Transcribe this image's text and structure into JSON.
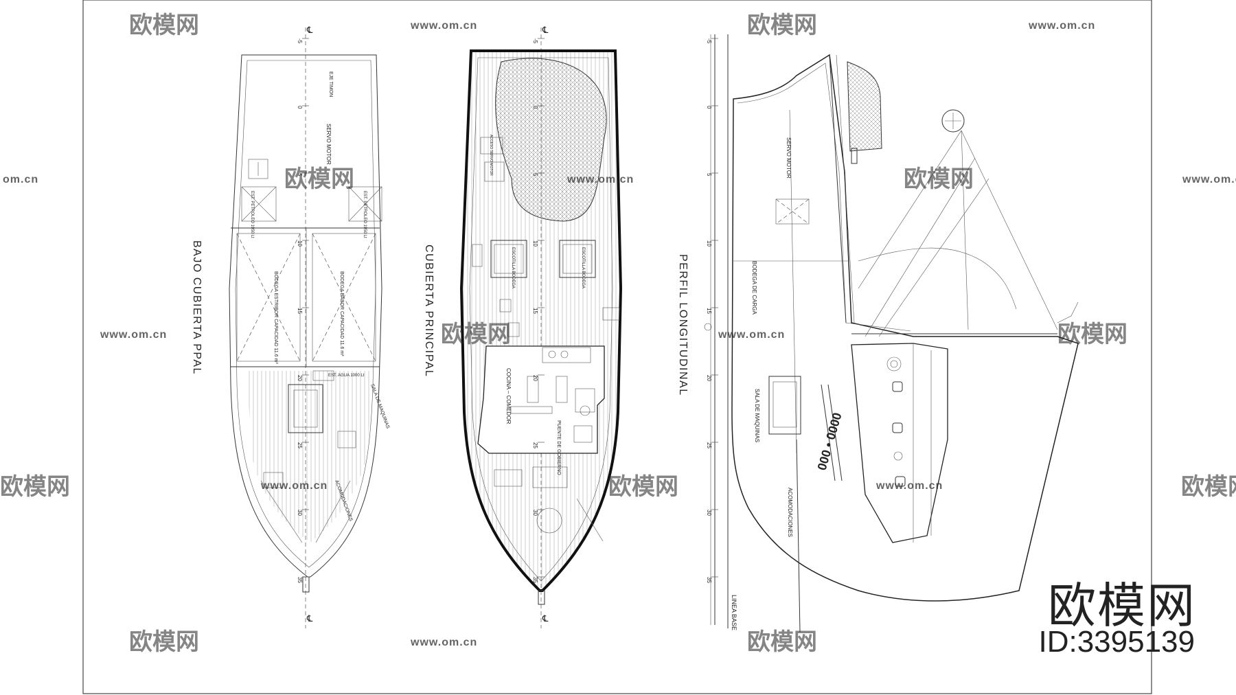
{
  "views": {
    "below_deck": {
      "title": "BAJO CUBIERTA PPAL",
      "labels": {
        "servo": "SERVO MOTOR",
        "eje_timon": "EJE TIMON",
        "tank_left": "EST. PETROLEO 1950 Lt",
        "tank_right": "EST. PETROLEO 1950 Lt",
        "hold_left": "BODEGA ESTRIBOR CAPACIDAD 11.6 m³",
        "hold_right": "BODEGA BABOR CAPACIDAD 11.6 m³",
        "sala_maquinas": "SALA DE MAQUINAS",
        "acomodaciones": "ACOMODACIONES",
        "est_agua": "EST. AGUA 1000 Lt"
      }
    },
    "main_deck": {
      "title": "CUBIERTA PRINCIPAL",
      "labels": {
        "acceso": "ACCESO SERVO MOTOR",
        "escotilla_1": "ESCOTILLA BODEGA",
        "escotilla_2": "ESCOTILLA BODEGA",
        "cocina": "COCINA – COMEDOR",
        "puente": "PUENTE DE GOBIERNO"
      }
    },
    "profile": {
      "title": "PERFIL LONGITUDINAL",
      "labels": {
        "servo": "SERVO MOTOR",
        "bodega": "BODEGA DE CARGA",
        "sala": "SALA DE MAQUINAS",
        "acomodaciones": "ACOMODACIONES",
        "linea_base": "LINEA BASE",
        "hull_number": "000 • 0000"
      }
    }
  },
  "scale_ticks": [
    "-5",
    "0",
    "5",
    "10",
    "15",
    "20",
    "25",
    "30",
    "35"
  ],
  "centerline_symbol": "℄",
  "watermark": {
    "logo_text": "欧模网",
    "url_text": "www.om.cn",
    "url_fragment": "om.cn"
  },
  "brand": {
    "logo": "欧模网",
    "id": "ID:3395139"
  },
  "colors": {
    "line": "#333333",
    "watermark": "#c9c9c9",
    "background": "#ffffff"
  }
}
